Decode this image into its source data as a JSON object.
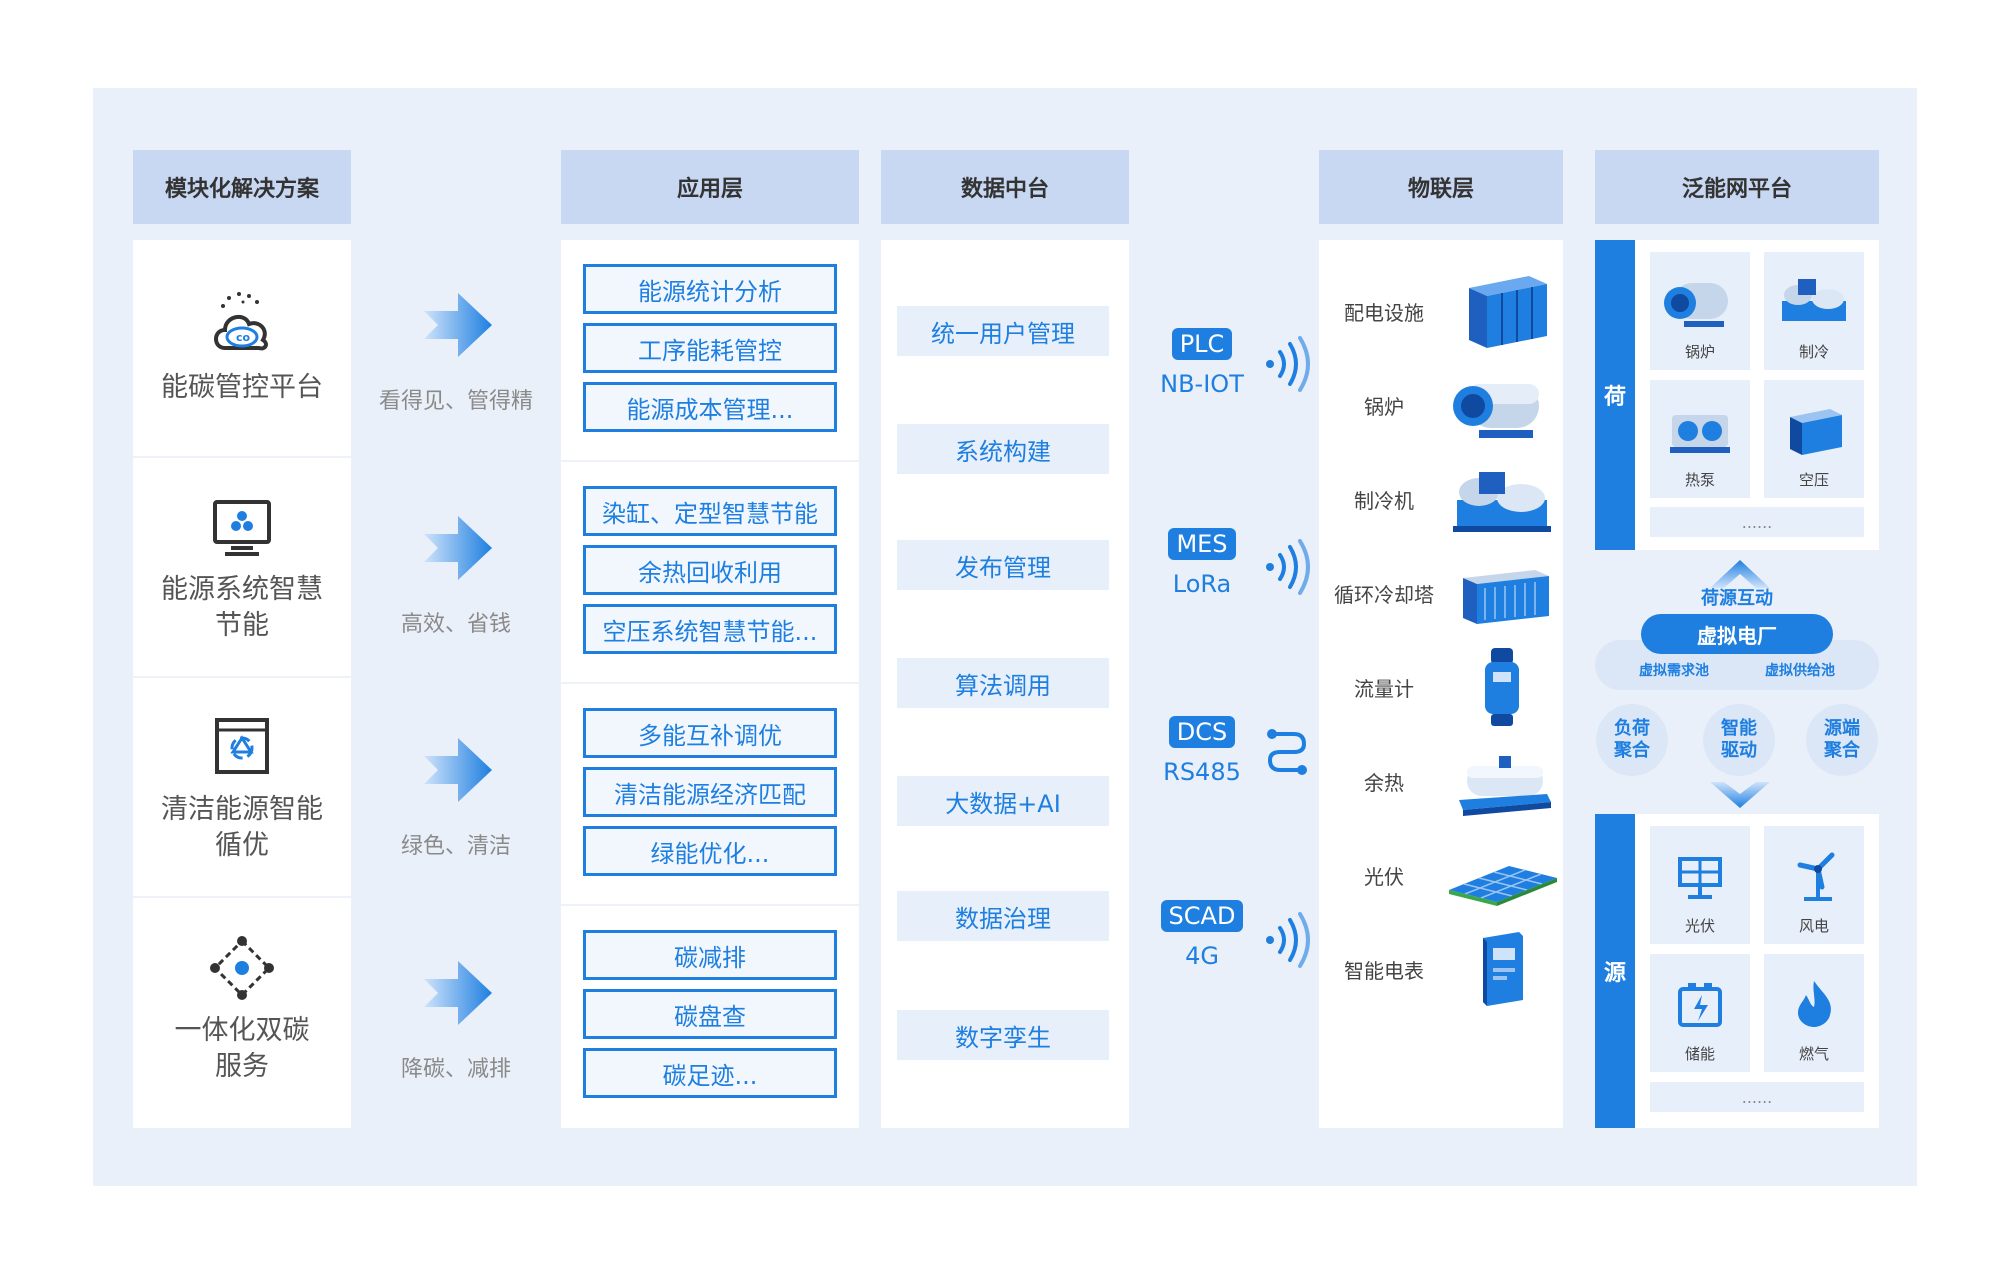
{
  "headers": {
    "solutions": "模块化解决方案",
    "app_layer": "应用层",
    "data_platform": "数据中台",
    "iot_layer": "物联层",
    "energy_internet": "泛能网平台"
  },
  "solutions": [
    {
      "label": "能碳管控平台",
      "icon": "co2-cloud-icon"
    },
    {
      "label": "能源系统智慧\n节能",
      "icon": "monitor-icon"
    },
    {
      "label": "清洁能源智能\n循优",
      "icon": "recycle-icon"
    },
    {
      "label": "一体化双碳\n服务",
      "icon": "network-icon"
    }
  ],
  "benefits": [
    "看得见、管得精",
    "高效、省钱",
    "绿色、清洁",
    "降碳、减排"
  ],
  "app_groups": [
    [
      "能源统计分析",
      "工序能耗管控",
      "能源成本管理..."
    ],
    [
      "染缸、定型智慧节能",
      "余热回收利用",
      "空压系统智慧节能..."
    ],
    [
      "多能互补调优",
      "清洁能源经济匹配",
      "绿能优化..."
    ],
    [
      "碳减排",
      "碳盘查",
      "碳足迹..."
    ]
  ],
  "data_platform": [
    "统一用户管理",
    "系统构建",
    "发布管理",
    "算法调用",
    "大数据+AI",
    "数据治理",
    "数字孪生"
  ],
  "protocols": [
    {
      "badge": "PLC",
      "sub": "NB-IOT"
    },
    {
      "badge": "MES",
      "sub": "LoRa"
    },
    {
      "badge": "DCS",
      "sub": "RS485"
    },
    {
      "badge": "SCAD",
      "sub": "4G"
    }
  ],
  "iot_devices": [
    "配电设施",
    "锅炉",
    "制冷机",
    "循环冷却塔",
    "流量计",
    "余热",
    "光伏",
    "智能电表"
  ],
  "energy_internet": {
    "load_label": "荷",
    "load_tiles": [
      "锅炉",
      "制冷",
      "热泵",
      "空压"
    ],
    "load_more": "......",
    "interaction": "荷源互动",
    "vpp": "虚拟电厂",
    "demand_pool": "虚拟需求池",
    "supply_pool": "虚拟供给池",
    "circles": [
      "负荷\n聚合",
      "智能\n驱动",
      "源端\n聚合"
    ],
    "source_label": "源",
    "source_tiles": [
      "光伏",
      "风电",
      "储能",
      "燃气"
    ],
    "source_more": "......"
  },
  "colors": {
    "accent": "#1e7fe0",
    "header_bg": "#c8d8f2",
    "panel_bg": "#eaf0f9"
  }
}
